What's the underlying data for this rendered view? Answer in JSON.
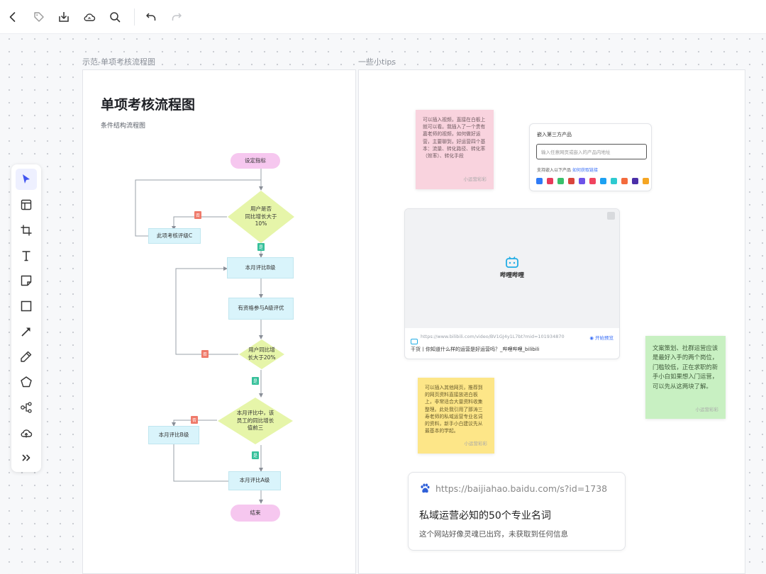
{
  "toolbar": {
    "icons": [
      "back-icon",
      "tag-icon",
      "download-icon",
      "cloud-icon",
      "search-icon",
      "undo-icon",
      "redo-icon"
    ]
  },
  "frames": {
    "left_label": "示范-单项考核流程图",
    "right_label": "一些小tips"
  },
  "left_tools": [
    "select-icon",
    "frame-layout-icon",
    "crop-icon",
    "text-icon",
    "sticky-note-icon",
    "rectangle-icon",
    "arrow-icon",
    "pen-icon",
    "pentagon-icon",
    "mindmap-icon",
    "upload-icon",
    "more-icon"
  ],
  "flowchart": {
    "title": "单项考核流程图",
    "subtitle": "条件结构流程图",
    "nodes": {
      "start": "设定指标",
      "d1": "用户是否\n同比增长大于\n10%",
      "c_grade": "此项考核评级C",
      "b_grade": "本月评比B级",
      "qualify": "有资格参与A级评优",
      "d2": "用户同比增\n长大于20%",
      "d3": "本月评比中，该\n员工的同比增长\n值前三",
      "b_grade2": "本月评比B级",
      "a_grade": "本月评比A级",
      "end": "结束"
    },
    "tags": {
      "no": "否",
      "yes": "是"
    }
  },
  "tips": {
    "pink_note": "可以插入视频，直接在白板上就可以看。我插入了一个贵有嘉老师的视频，如何做好运营，主要聊到，好运营四个基本：流量、转化路径、转化率（效率）、转化手段",
    "pink_author": "小运营彩彩",
    "embed": {
      "title": "嵌入第三方产品",
      "placeholder": "输入任意网页或嵌入的产品内地址",
      "support_prefix": "支持嵌入以下产品",
      "support_link": "如何获取链接"
    },
    "bilibili": {
      "name": "哔哩哔哩",
      "url": "https://www.bilibili.com/video/BV1GJ4y1L7bt?mid=101934870",
      "preview": "开始预览",
      "caption": "干货丨你知道什么样的运营是好运营吗？_哔哩哔哩_bilibili"
    },
    "green_note": "文案策划、社群运营应该是最好入手的两个岗位，门槛较低，正在求职的新手小白如果想入门运营，可以先从这两块了解。",
    "green_author": "小运营彩彩",
    "yellow_note": "可以插入其他网页，推荐到的网页资料直接放进白板上，非常适合大量资料收集整理。此处我引用了那涛三寿老师的私域运营专业名词的资料，新手小白建议先从最基本的学起。",
    "yellow_author": "小运营彩彩",
    "link_card": {
      "url": "https://baijiahao.baidu.com/s?id=1738",
      "title": "私域运营必知的50个专业名词",
      "desc": "这个网站好像灵魂已出窍，未获取到任何信息"
    }
  },
  "colors": {
    "accent": "#3a6ff7",
    "pill": "#f6c7ef",
    "rect": "#d9f4fb",
    "diamond": "#e6f5a9",
    "sticky_pink": "#f9d3de",
    "sticky_yellow": "#fde688",
    "sticky_green": "#c8f0c2",
    "connector_pink": "#ef8fa8",
    "connector_teal": "#2fa88a",
    "connector_yellow": "#f2c744"
  }
}
